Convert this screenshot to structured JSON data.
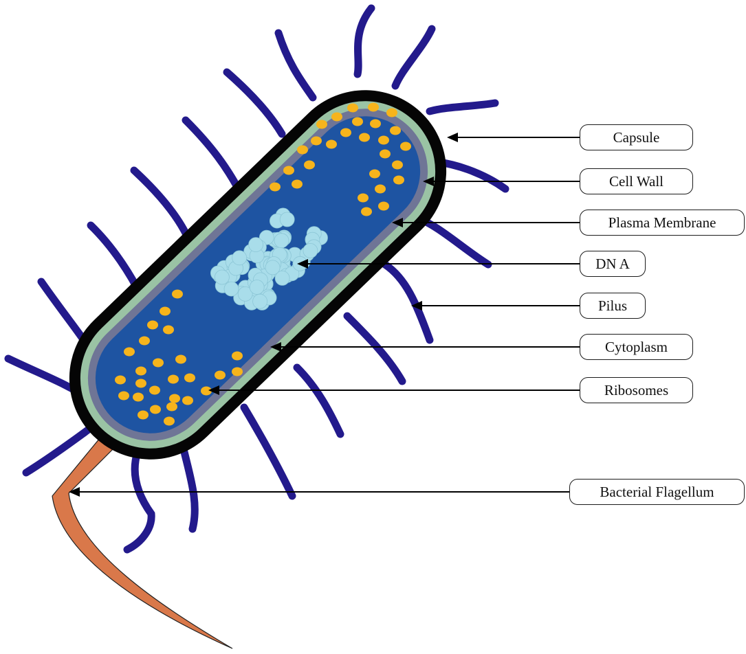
{
  "labels": {
    "capsule": "Capsule",
    "cell_wall": "Cell Wall",
    "plasma_membrane": "Plasma Membrane",
    "dna": "DN A",
    "pilus": "Pilus",
    "cytoplasm": "Cytoplasm",
    "ribosomes": "Ribosomes",
    "bacterial_flagellum": "Bacterial Flagellum"
  },
  "colors": {
    "capsule": "#050505",
    "cell_wall": "#9ac3a4",
    "plasma_membrane": "#6f7596",
    "cytoplasm": "#1e54a2",
    "ribosomes": "#f6b41c",
    "dna": "#a9ddea",
    "pili": "#231a8c",
    "flagellum": "#d9784a"
  }
}
